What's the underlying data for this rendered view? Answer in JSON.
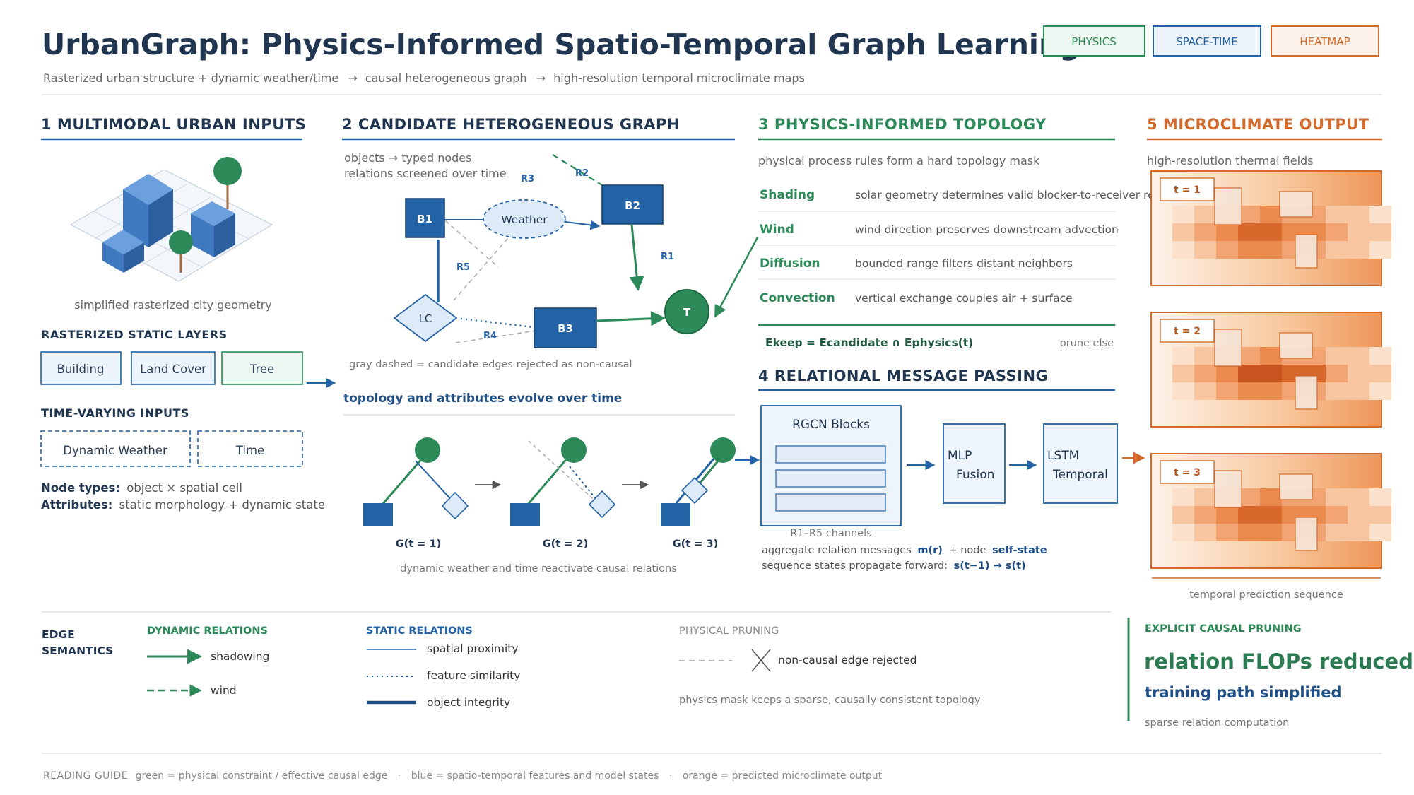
{
  "title": "UrbanGraph: Physics-Informed Spatio-Temporal Graph Learning",
  "subtitle": {
    "part1": "Rasterized urban structure + dynamic weather/time",
    "arrow": "→",
    "part2": "causal heterogeneous graph",
    "part3": "high-resolution temporal microclimate maps"
  },
  "tags": [
    "PHYSICS",
    "SPACE-TIME",
    "HEATMAP"
  ],
  "colors": {
    "green": "#2b8a57",
    "blue": "#2462a6",
    "orange": "#d26a2b",
    "navy": "#1f3550"
  },
  "sec1": {
    "heading": "1  MULTIMODAL URBAN INPUTS",
    "city_caption": "simplified rasterized city geometry",
    "static_heading": "RASTERIZED STATIC LAYERS",
    "static_layers": [
      "Building",
      "Land Cover",
      "Tree"
    ],
    "time_heading": "TIME-VARYING INPUTS",
    "time_inputs": [
      "Dynamic Weather",
      "Time"
    ],
    "node_types_label": "Node types:",
    "node_types_value": "object × spatial cell",
    "attributes_label": "Attributes:",
    "attributes_value": "static morphology + dynamic state"
  },
  "sec2": {
    "heading": "2  CANDIDATE HETEROGENEOUS GRAPH",
    "note1": "objects → typed nodes",
    "note2": "relations screened over time",
    "nodes": {
      "b1": "B1",
      "b2": "B2",
      "b3": "B3",
      "weather": "Weather",
      "lc": "LC",
      "t": "T"
    },
    "edges": {
      "r1": "R1",
      "r2": "R2",
      "r3": "R3",
      "r4": "R4",
      "r5": "R5"
    },
    "gray_note": "gray dashed = candidate edges rejected as non-causal",
    "evolve_heading": "topology and attributes evolve over time",
    "snapshots": [
      "G(t = 1)",
      "G(t = 2)",
      "G(t = 3)"
    ],
    "evolve_caption": "dynamic weather and time reactivate causal relations"
  },
  "sec3": {
    "heading": "3  PHYSICS-INFORMED TOPOLOGY",
    "intro": "physical process rules form a hard topology mask",
    "rules": [
      {
        "name": "Shading",
        "desc": "solar geometry determines valid blocker-to-receiver relat"
      },
      {
        "name": "Wind",
        "desc": "wind direction preserves downstream advection"
      },
      {
        "name": "Diffusion",
        "desc": "bounded range filters distant neighbors"
      },
      {
        "name": "Convection",
        "desc": "vertical exchange couples air + surface"
      }
    ],
    "formula": "Ekeep = Ecandidate ∩ Ephysics(t)",
    "prune": "prune else"
  },
  "sec4": {
    "heading": "4  RELATIONAL MESSAGE PASSING",
    "rgcn": "RGCN Blocks",
    "channels": "R1–R5 channels",
    "mlp_l1": "MLP",
    "mlp_l2": "Fusion",
    "lstm_l1": "LSTM",
    "lstm_l2": "Temporal",
    "line1_a": "aggregate relation messages",
    "line1_b": "m(r)",
    "line1_c": "+ node",
    "line1_d": "self-state",
    "line2_a": "sequence states propagate forward:",
    "line2_b": "s(t−1) → s(t)"
  },
  "sec5": {
    "heading": "5  MICROCLIMATE OUTPUT",
    "intro": "high-resolution thermal fields",
    "frames": [
      "t = 1",
      "t = 2",
      "t = 3"
    ],
    "caption": "temporal prediction sequence"
  },
  "legend": {
    "edge_l1": "EDGE",
    "edge_l2": "SEMANTICS",
    "dyn_heading": "DYNAMIC RELATIONS",
    "dyn_items": [
      "shadowing",
      "wind"
    ],
    "static_heading": "STATIC RELATIONS",
    "static_items": [
      "spatial proximity",
      "feature similarity",
      "object integrity"
    ],
    "pruning_heading": "PHYSICAL PRUNING",
    "pruning_item": "non-causal edge rejected",
    "pruning_note": "physics mask keeps a sparse, causally consistent topology",
    "explicit_heading": "EXPLICIT CAUSAL PRUNING",
    "explicit_big": "relation FLOPs reduced",
    "explicit_med": "training path simplified",
    "explicit_small": "sparse relation computation"
  },
  "footer": {
    "label": "READING GUIDE",
    "g": "green = physical constraint / effective causal edge",
    "b": "blue = spatio-temporal features and model states",
    "o": "orange = predicted microclimate output",
    "sep": "·"
  }
}
